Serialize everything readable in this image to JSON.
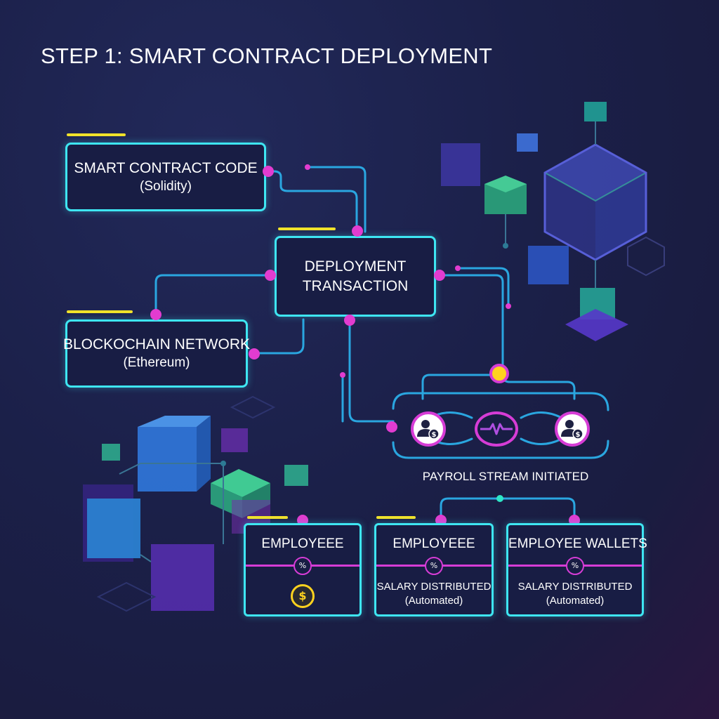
{
  "title": "STEP 1: SMART CONTRACT DEPLOYMENT",
  "colors": {
    "background": "#1b2049",
    "box_border": "#3ee6f2",
    "connector": "#2aa6e0",
    "accent_magenta": "#e23cd0",
    "accent_yellow": "#f1e22a"
  },
  "nodes": {
    "smart_contract": {
      "title": "SMART CONTRACT CODE",
      "subtitle": "(Solidity)"
    },
    "deployment": {
      "title_line1": "DEPLOYMENT",
      "title_line2": "TRANSACTION"
    },
    "blockchain": {
      "title": "BLOCKOCHAIN NETWORK",
      "subtitle": "(Ethereum)"
    }
  },
  "stream": {
    "caption": "PAYROLL STREAM INITIATED",
    "icons": [
      "employee-payment-icon",
      "wave-signal-icon",
      "employee-payment-icon"
    ]
  },
  "wallets": [
    {
      "title": "EMPLOYEEE",
      "percent": "%",
      "icon": "dollar-coin-icon"
    },
    {
      "title": "EMPLOYEEE",
      "percent": "%",
      "line1": "SALARY DISTRIBUTED",
      "line2": "(Automated)"
    },
    {
      "title": "EMPLOYEE WALLETS",
      "percent": "%",
      "line1": "SALARY DISTRIBUTED",
      "line2": "(Automated)"
    }
  ],
  "coin_symbol": "$"
}
